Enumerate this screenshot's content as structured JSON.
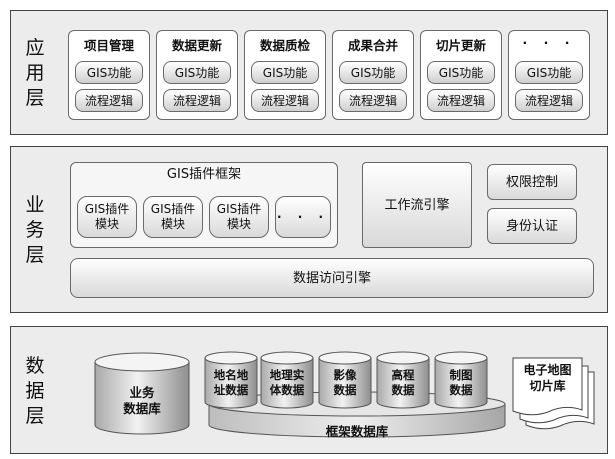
{
  "app_layer": {
    "title": [
      "应",
      "用",
      "层"
    ],
    "columns": [
      {
        "head": "项目管理",
        "sub1": "GIS功能",
        "sub2": "流程逻辑"
      },
      {
        "head": "数据更新",
        "sub1": "GIS功能",
        "sub2": "流程逻辑"
      },
      {
        "head": "数据质检",
        "sub1": "GIS功能",
        "sub2": "流程逻辑"
      },
      {
        "head": "成果合并",
        "sub1": "GIS功能",
        "sub2": "流程逻辑"
      },
      {
        "head": "切片更新",
        "sub1": "GIS功能",
        "sub2": "流程逻辑"
      },
      {
        "head": "· · ·",
        "sub1": "GIS功能",
        "sub2": "流程逻辑"
      }
    ]
  },
  "business_layer": {
    "title": [
      "业",
      "务",
      "层"
    ],
    "plugin_framework": "GIS插件框架",
    "plugin_modules": [
      "GIS插件\n模块",
      "GIS插件\n模块",
      "GIS插件\n模块"
    ],
    "plugin_more": "· · ·",
    "workflow_engine": "工作流引擎",
    "permission_control": "权限控制",
    "identity_auth": "身份认证",
    "data_access_engine": "数据访问引擎"
  },
  "data_layer": {
    "title": [
      "数",
      "据",
      "层"
    ],
    "business_db": "业务\n数据库",
    "framework_db": "框架数据库",
    "framework_parts": [
      "地名地\n址数据",
      "地理实\n体数据",
      "影像\n数据",
      "高程\n数据",
      "制图\n数据"
    ],
    "tile_lib": "电子地图\n切片库"
  }
}
